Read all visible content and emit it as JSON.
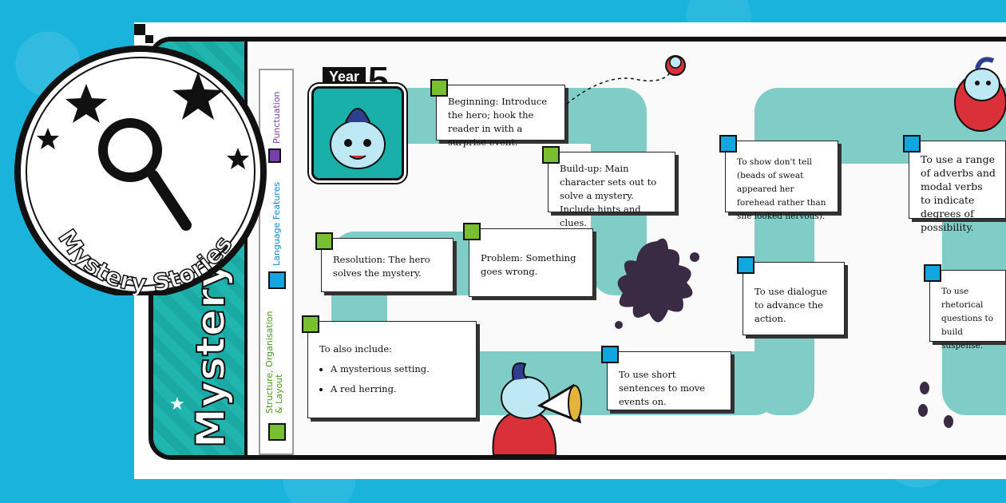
{
  "title": "Mystery Stories",
  "side_title": "Mystery",
  "year": {
    "label": "Year",
    "number": "5"
  },
  "legend": {
    "punctuation": "Punctuation",
    "language_features": "Language Features",
    "structure": "Structure, Organisation & Layout"
  },
  "colors": {
    "structure": "#78bf32",
    "language": "#12a6e0",
    "punctuation": "#7a3ea8",
    "track": "#7fcdc6",
    "background": "#1ab3dc"
  },
  "cards": {
    "beginning": "Beginning: Introduce the hero; hook the reader in with a surprise event.",
    "buildup": "Build-up: Main character sets out to solve a mystery. Include hints and clues.",
    "problem": "Problem: Something goes wrong.",
    "resolution": "Resolution: The hero solves the mystery.",
    "also_include_title": "To also include:",
    "also_include_items": [
      "A mysterious setting.",
      "A red herring."
    ],
    "short_sentences": "To use short sentences to move events on.",
    "dialogue": "To use dialogue to advance the action.",
    "show_dont_tell": "To show don't tell (beads of sweat appeared her forehead rather than she looked nervous).",
    "adverbs": "To use a range of adverbs and modal verbs to indicate degrees of possibility.",
    "rhetorical": "To use rhetorical questions to build suspense."
  },
  "icons": [
    "magnifying-glass-icon",
    "star-icon",
    "ink-splat-icon",
    "footprints-icon",
    "megaphone-icon",
    "mascot-icon"
  ]
}
